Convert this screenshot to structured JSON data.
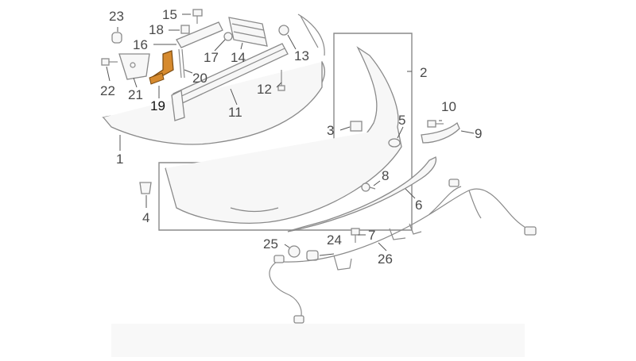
{
  "highlight_color": "#d68a2e",
  "callouts": {
    "c1": "1",
    "c2": "2",
    "c3": "3",
    "c4": "4",
    "c5": "5",
    "c6": "6",
    "c7": "7",
    "c8": "8",
    "c9": "9",
    "c10": "10",
    "c11": "11",
    "c12": "12",
    "c13": "13",
    "c14": "14",
    "c15": "15",
    "c16": "16",
    "c17": "17",
    "c18": "18",
    "c19": "19",
    "c20": "20",
    "c21": "21",
    "c22": "22",
    "c23": "23",
    "c24": "24",
    "c25": "25",
    "c26": "26"
  }
}
